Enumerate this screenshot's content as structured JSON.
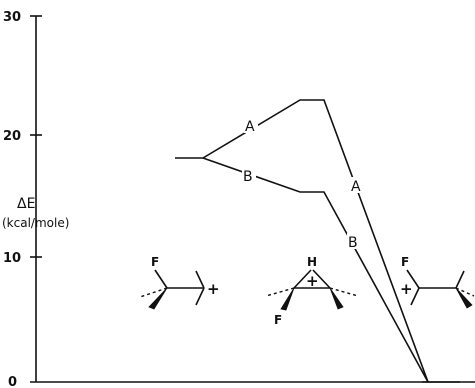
{
  "axis": {
    "label_main": "ΔE",
    "label_unit": "(kcal/mole)",
    "ticks": [
      "30",
      "20",
      "10",
      "0"
    ]
  },
  "paths": {
    "a_label_1": "A",
    "b_label_1": "B",
    "a_label_2": "A",
    "b_label_2": "B"
  },
  "structures": {
    "left": {
      "fluorine": "F",
      "charge": "+"
    },
    "middle": {
      "hydrogen": "H",
      "charge": "+",
      "fluorine": "F"
    },
    "right": {
      "fluorine": "F",
      "charge": "+"
    }
  },
  "energy_levels": {
    "start": 18.5,
    "path_a_intermediate": 23,
    "path_b_intermediate": 15.5,
    "end": 0
  }
}
